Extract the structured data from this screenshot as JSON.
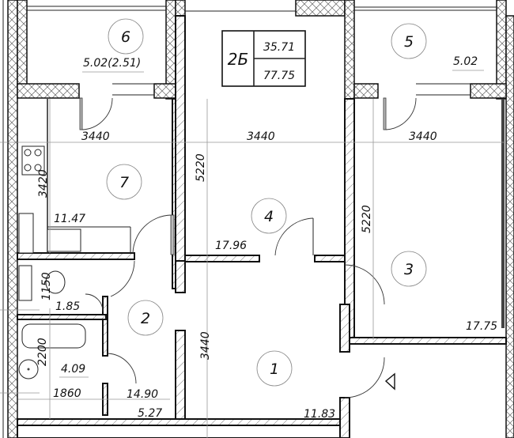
{
  "apartment": {
    "type": "2Б",
    "living_area": "35.71",
    "total_area": "77.75"
  },
  "rooms": [
    {
      "number": "1",
      "area": "11.83"
    },
    {
      "number": "2",
      "area": "14.90",
      "area_secondary": "5.27"
    },
    {
      "number": "3",
      "area": "17.75"
    },
    {
      "number": "4",
      "area": "17.96"
    },
    {
      "number": "5",
      "area": "5.02"
    },
    {
      "number": "6",
      "area": "5.02(2.51)"
    },
    {
      "number": "7",
      "area": "11.47"
    }
  ],
  "wc": {
    "area": "1.85"
  },
  "bathroom": {
    "area": "4.09"
  },
  "dimensions": {
    "kitchen_width": "3440",
    "room4_width": "3440",
    "room3_width": "3440",
    "kitchen_depth": "3420",
    "room4_depth": "5220",
    "room3_depth": "5220",
    "wc_depth": "1150",
    "bath_depth": "2200",
    "bath_width": "1860",
    "room1_depth": "3440"
  },
  "entrance_marker": "entrance-triangle"
}
